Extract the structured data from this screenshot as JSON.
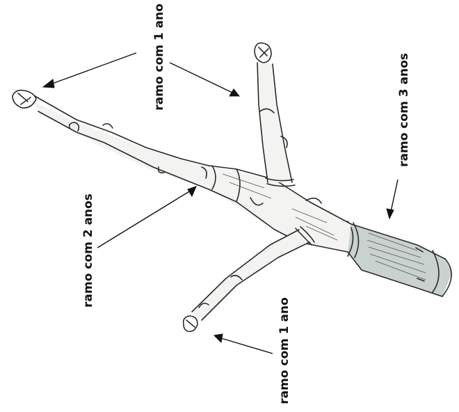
{
  "labels": {
    "top_one_year": "ramo com 1 ano",
    "three_years": "ramo com 3 anos",
    "two_years": "ramo com 2 anos",
    "bottom_one_year": "ramo com 1 ano"
  },
  "colors": {
    "background": "#ffffff",
    "ink": "#111111",
    "old_wood": "#c9d2cf",
    "young_wood": "#f3f3f1"
  }
}
